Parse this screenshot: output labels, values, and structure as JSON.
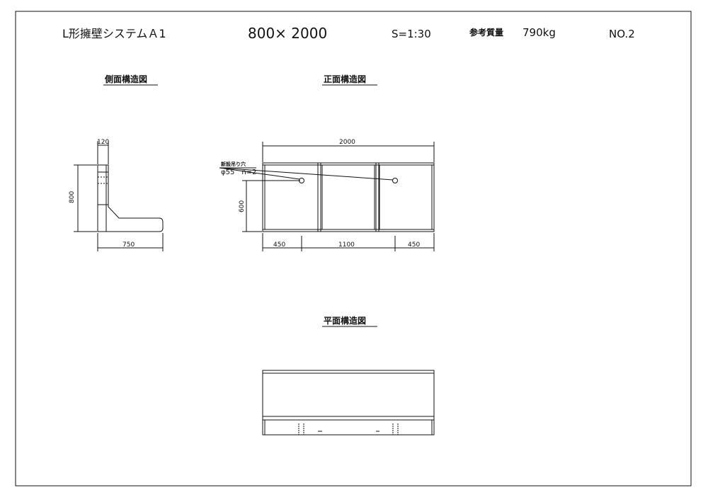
{
  "header": {
    "product_name": "L形擁壁システムＡ1",
    "size": "800× 2000",
    "scale": "S=1:30",
    "weight_label": "参考質量",
    "weight_value": "790kg",
    "sheet_no": "NO.2"
  },
  "views": {
    "side_title": "側面構造図",
    "front_title": "正面構造図",
    "plan_title": "平面構造図"
  },
  "side_dims": {
    "thickness": "120",
    "height": "800",
    "base_length": "750"
  },
  "front_dims": {
    "total_width": "2000",
    "left_width": "450",
    "middle_width": "1100",
    "right_width": "450",
    "hole_height": "600",
    "note_line1": "新設吊り穴",
    "note_line2": "φ55　n=2"
  },
  "colors": {
    "line": "#111111",
    "background": "#ffffff"
  }
}
